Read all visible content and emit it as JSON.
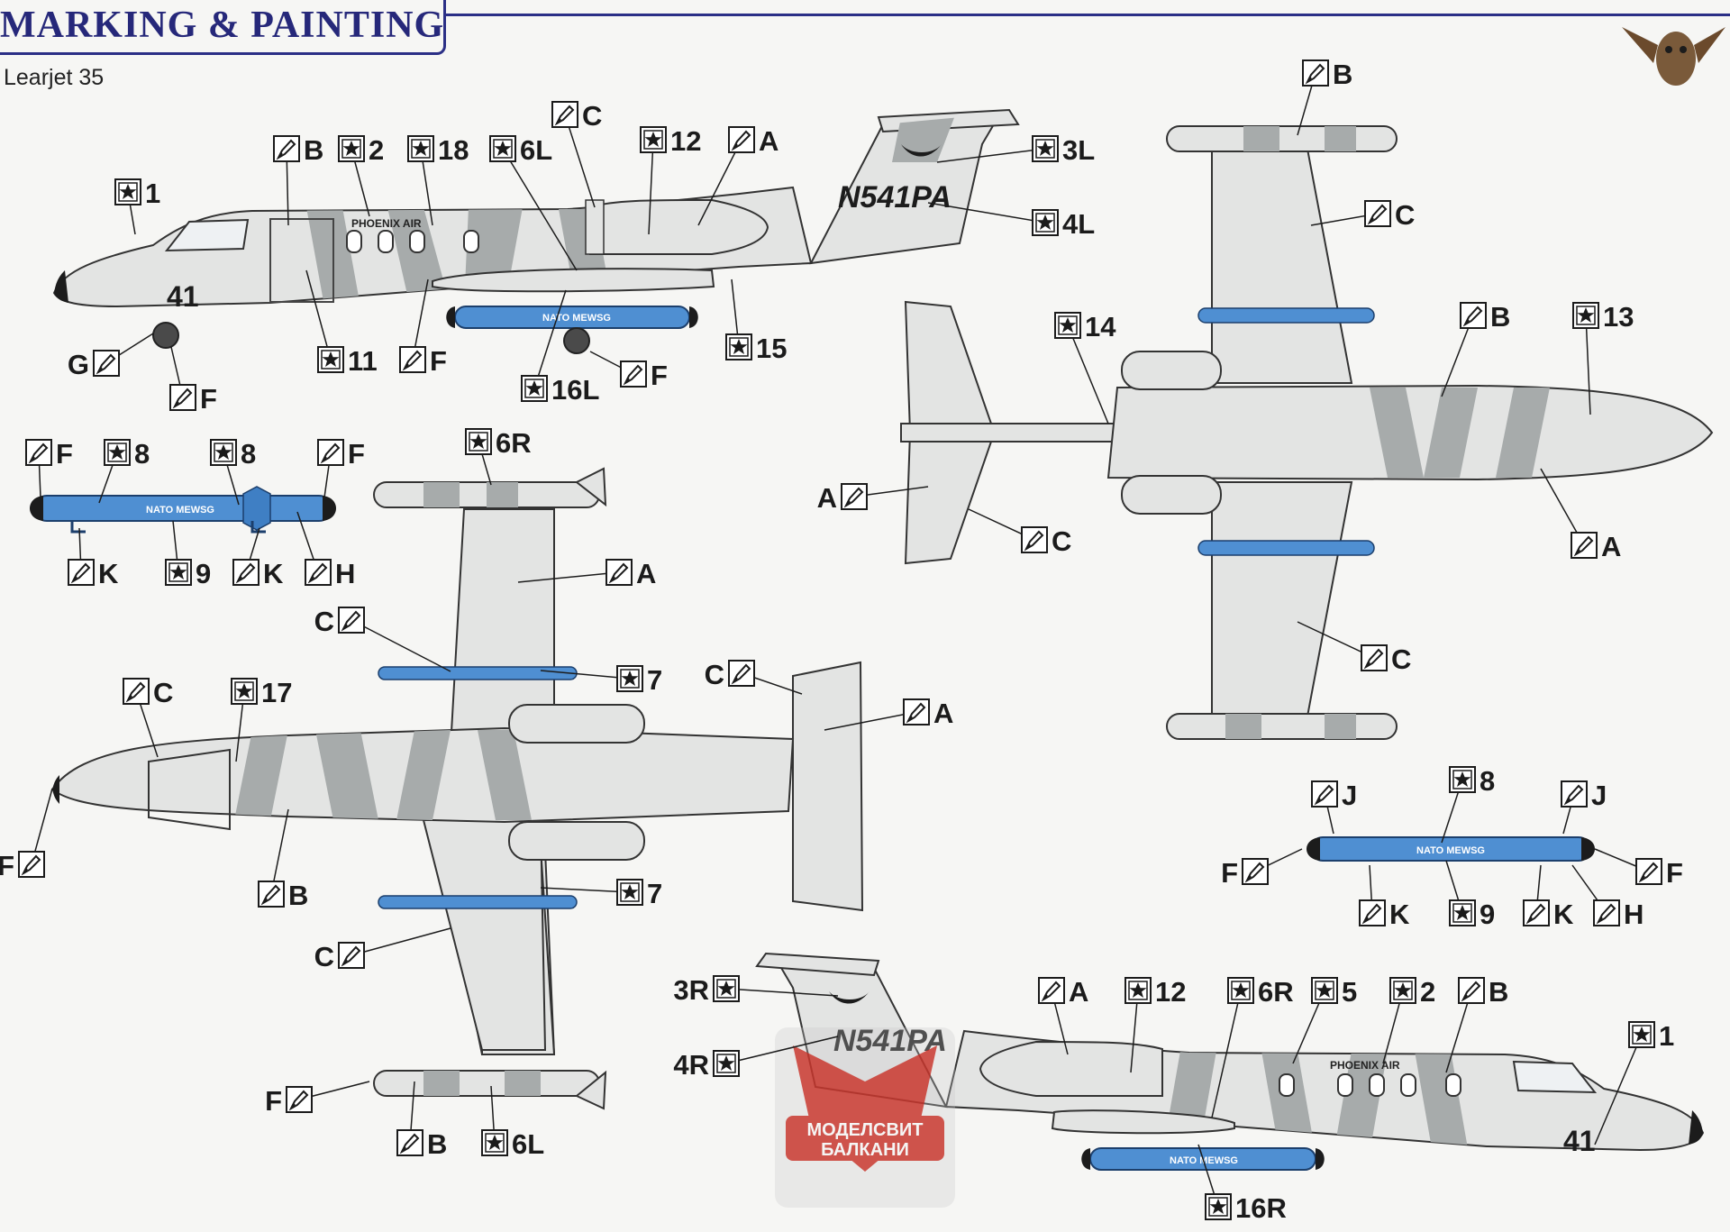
{
  "header": {
    "title": "MARKING & PAINTING",
    "subtitle": "Learjet 35"
  },
  "aircraft": {
    "registration": "N541PA",
    "fuselage_number": "41",
    "operator_title": "PHOENIX AIR",
    "pod_title": "NATO MEWSG"
  },
  "watermark": {
    "line1": "МОДЕЛСВИТ",
    "line2": "БАЛКАНИ"
  },
  "colors": {
    "accent": "#2b2f86",
    "camo_light": "#e3e4e3",
    "camo_dark": "#a7abab",
    "pod_blue": "#4f8fd2",
    "watermark_red": "#c8372e"
  },
  "icons": {
    "paint": "paintbrush-icon",
    "decal": "star-decal-icon",
    "logo": "owl-logo"
  },
  "callouts": [
    {
      "kind": "decal",
      "text": "1"
    },
    {
      "kind": "paint",
      "text": "B"
    },
    {
      "kind": "decal",
      "text": "2"
    },
    {
      "kind": "decal",
      "text": "18"
    },
    {
      "kind": "decal",
      "text": "6L"
    },
    {
      "kind": "paint",
      "text": "C"
    },
    {
      "kind": "decal",
      "text": "12"
    },
    {
      "kind": "paint",
      "text": "A"
    },
    {
      "kind": "decal",
      "text": "3L"
    },
    {
      "kind": "decal",
      "text": "4L"
    },
    {
      "kind": "decal",
      "text": "15"
    },
    {
      "kind": "decal",
      "text": "11"
    },
    {
      "kind": "paint",
      "text": "F"
    },
    {
      "kind": "decal",
      "text": "16L"
    },
    {
      "kind": "paint",
      "text": "F"
    },
    {
      "kind": "paint",
      "text": "G"
    },
    {
      "kind": "paint",
      "text": "F"
    },
    {
      "kind": "paint",
      "text": "F"
    },
    {
      "kind": "decal",
      "text": "8"
    },
    {
      "kind": "decal",
      "text": "8"
    },
    {
      "kind": "paint",
      "text": "F"
    },
    {
      "kind": "paint",
      "text": "K"
    },
    {
      "kind": "decal",
      "text": "9"
    },
    {
      "kind": "paint",
      "text": "K"
    },
    {
      "kind": "paint",
      "text": "H"
    },
    {
      "kind": "decal",
      "text": "6R"
    },
    {
      "kind": "paint",
      "text": "A"
    },
    {
      "kind": "paint",
      "text": "C"
    },
    {
      "kind": "decal",
      "text": "7"
    },
    {
      "kind": "paint",
      "text": "C"
    },
    {
      "kind": "decal",
      "text": "17"
    },
    {
      "kind": "paint",
      "text": "C"
    },
    {
      "kind": "paint",
      "text": "A"
    },
    {
      "kind": "paint",
      "text": "F"
    },
    {
      "kind": "paint",
      "text": "B"
    },
    {
      "kind": "decal",
      "text": "7"
    },
    {
      "kind": "paint",
      "text": "C"
    },
    {
      "kind": "paint",
      "text": "F"
    },
    {
      "kind": "paint",
      "text": "B"
    },
    {
      "kind": "decal",
      "text": "6L"
    },
    {
      "kind": "paint",
      "text": "B"
    },
    {
      "kind": "paint",
      "text": "C"
    },
    {
      "kind": "decal",
      "text": "14"
    },
    {
      "kind": "paint",
      "text": "B"
    },
    {
      "kind": "decal",
      "text": "13"
    },
    {
      "kind": "paint",
      "text": "A"
    },
    {
      "kind": "paint",
      "text": "C"
    },
    {
      "kind": "paint",
      "text": "A"
    },
    {
      "kind": "paint",
      "text": "C"
    },
    {
      "kind": "paint",
      "text": "J"
    },
    {
      "kind": "decal",
      "text": "8"
    },
    {
      "kind": "paint",
      "text": "J"
    },
    {
      "kind": "paint",
      "text": "F"
    },
    {
      "kind": "paint",
      "text": "F"
    },
    {
      "kind": "paint",
      "text": "K"
    },
    {
      "kind": "decal",
      "text": "9"
    },
    {
      "kind": "paint",
      "text": "K"
    },
    {
      "kind": "paint",
      "text": "H"
    },
    {
      "kind": "decal",
      "text": "3R"
    },
    {
      "kind": "decal",
      "text": "4R"
    },
    {
      "kind": "paint",
      "text": "A"
    },
    {
      "kind": "decal",
      "text": "12"
    },
    {
      "kind": "decal",
      "text": "6R"
    },
    {
      "kind": "decal",
      "text": "5"
    },
    {
      "kind": "decal",
      "text": "2"
    },
    {
      "kind": "paint",
      "text": "B"
    },
    {
      "kind": "decal",
      "text": "1"
    },
    {
      "kind": "decal",
      "text": "16R"
    }
  ]
}
